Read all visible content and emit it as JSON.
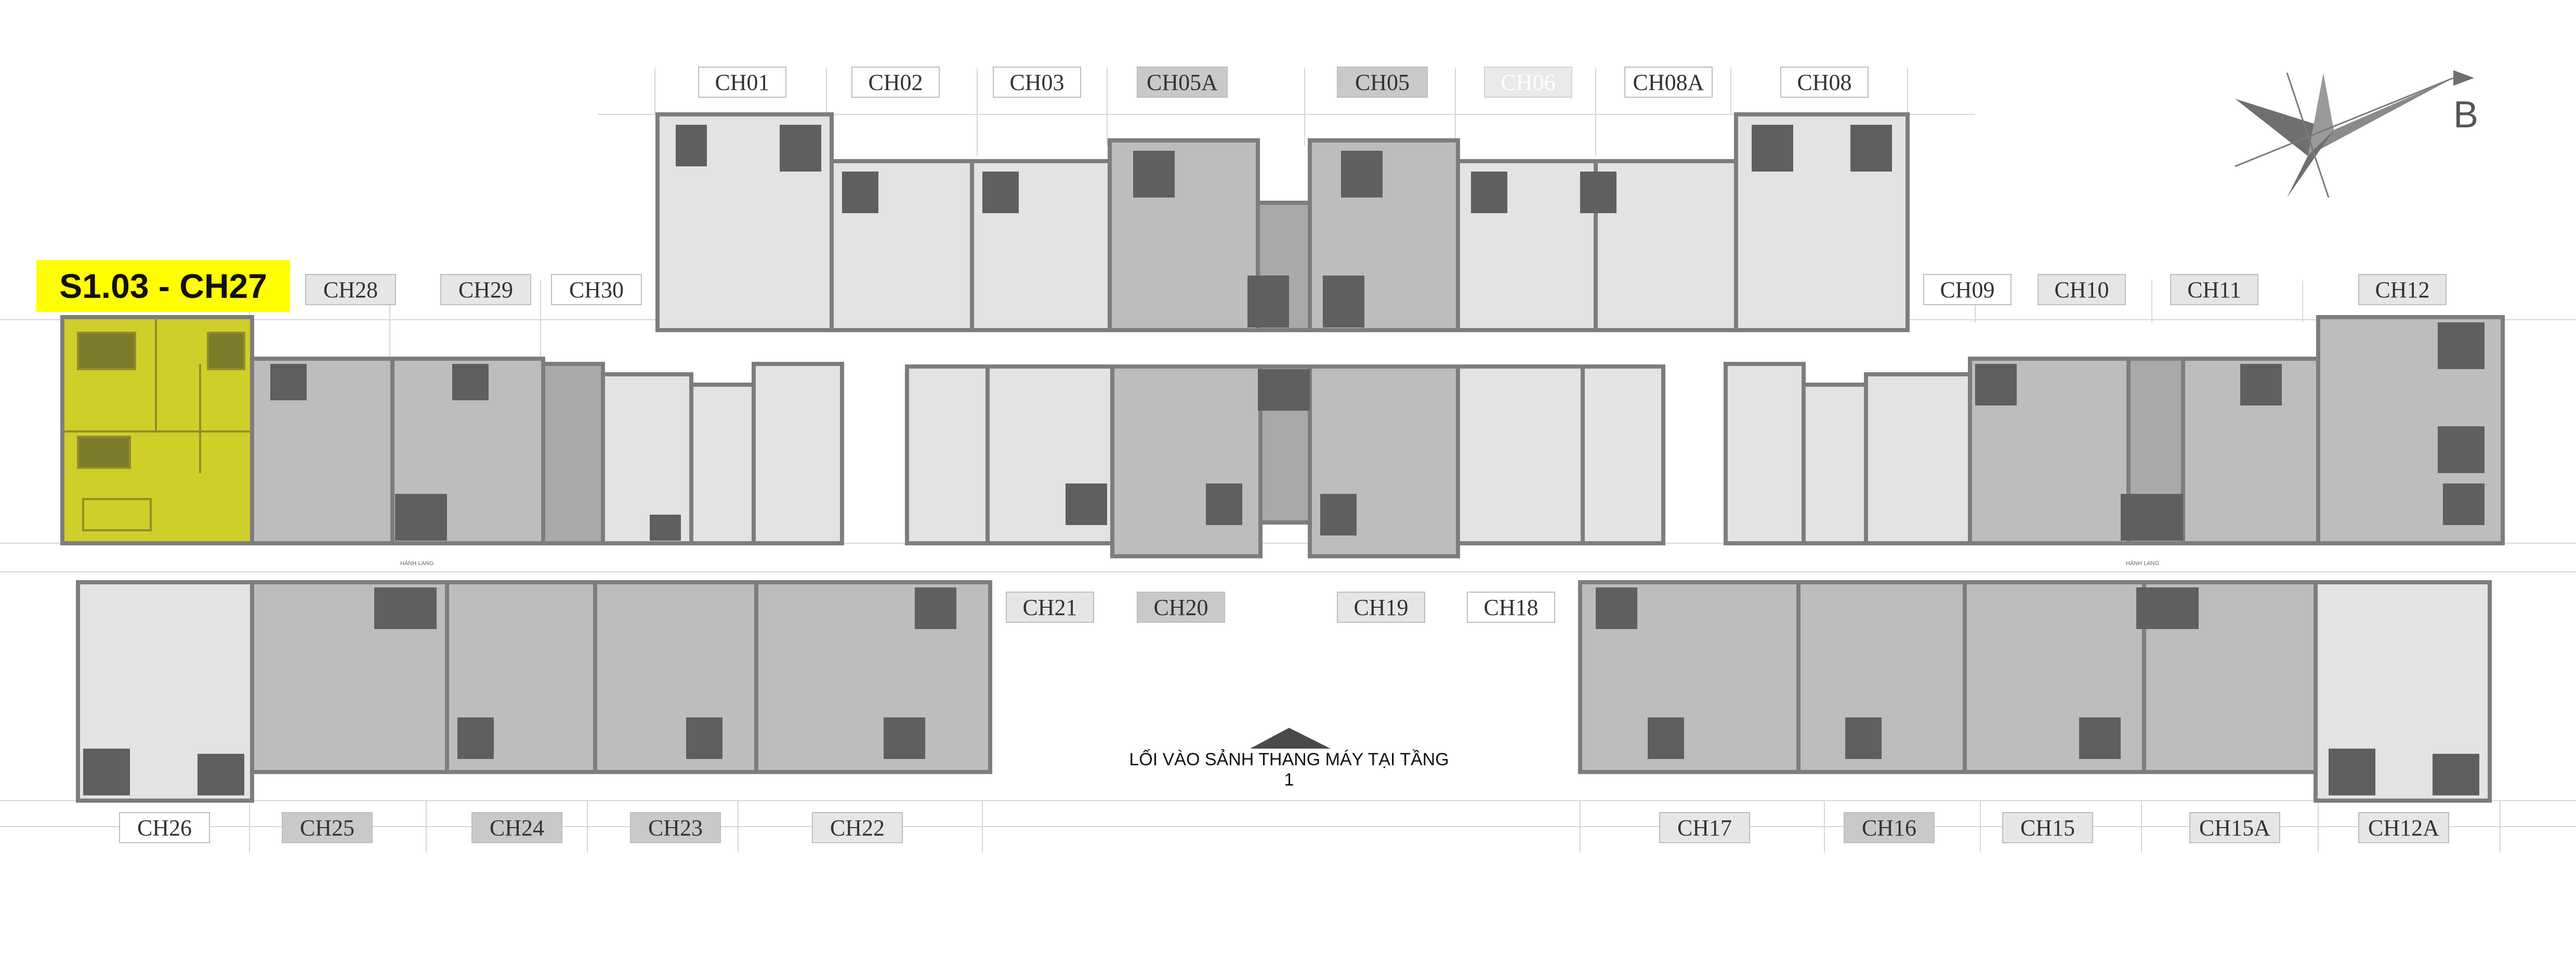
{
  "highlight": {
    "label": "S1.03 - CH27",
    "color": "#ffff00",
    "unit_fill": "#cfcf2a"
  },
  "entrance": {
    "text": "LỐI VÀO SẢNH THANG MÁY TẠI TẦNG 1"
  },
  "compass": {
    "letter": "B"
  },
  "corridor": {
    "label": "HÀNH LANG"
  },
  "colors": {
    "light_unit": "#e3e3e3",
    "mid_unit": "#bdbdbd",
    "dark_unit": "#a9a9a9",
    "wall": "#7d7d7d",
    "line": "#d0d0d0"
  },
  "units": {
    "ch01": "CH01",
    "ch02": "CH02",
    "ch03": "CH03",
    "ch05a": "CH05A",
    "ch05": "CH05",
    "ch06": "CH06",
    "ch08a": "CH08A",
    "ch08": "CH08",
    "ch28": "CH28",
    "ch29": "CH29",
    "ch30": "CH30",
    "ch09": "CH09",
    "ch10": "CH10",
    "ch11": "CH11",
    "ch12": "CH12",
    "ch21": "CH21",
    "ch20": "CH20",
    "ch19": "CH19",
    "ch18": "CH18",
    "ch26": "CH26",
    "ch25": "CH25",
    "ch24": "CH24",
    "ch23": "CH23",
    "ch22": "CH22",
    "ch17": "CH17",
    "ch16": "CH16",
    "ch15": "CH15",
    "ch15a": "CH15A",
    "ch12a": "CH12A"
  }
}
